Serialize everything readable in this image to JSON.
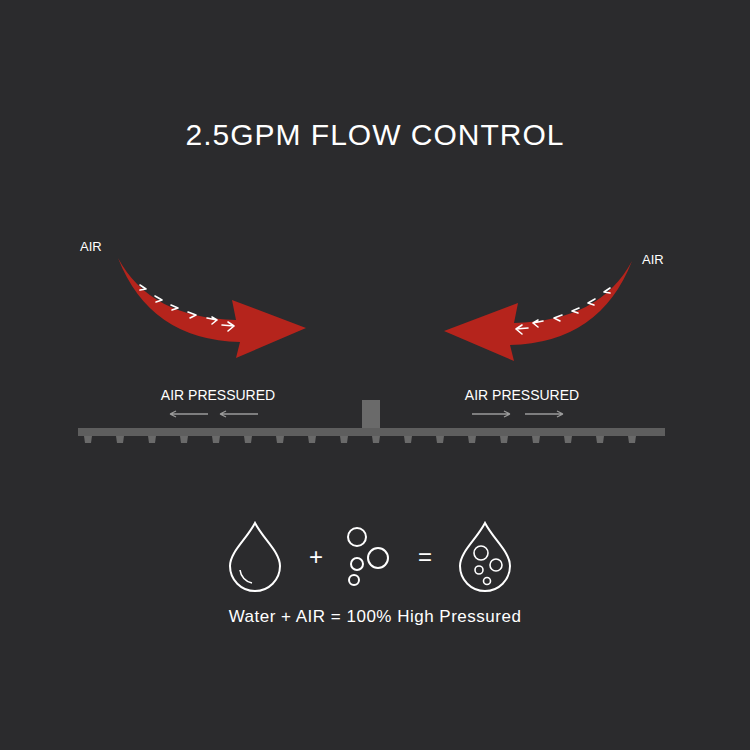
{
  "diagram": {
    "title": "2.5GPM FLOW CONTROL",
    "caption": "Water + AIR = 100% High Pressured",
    "labels": [
      "AIR",
      "AIR",
      "AIR PRESSURED",
      "AIR PRESSURED",
      "+",
      "="
    ]
  }
}
